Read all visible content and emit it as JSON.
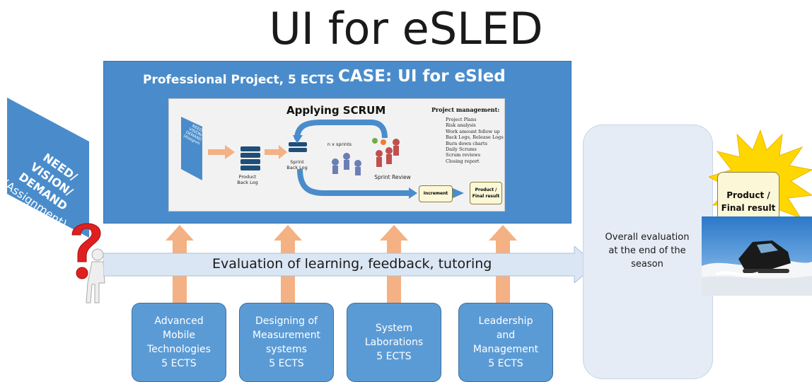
{
  "title": "UI for eSLED",
  "need": {
    "line1": "NEED/",
    "line2": "VISION/",
    "line3": "DEMAND",
    "line4": "(Assignment)"
  },
  "project": {
    "title": "Professional Project, 5 ECTS",
    "case": "CASE: UI for eSled"
  },
  "scrum": {
    "title": "Applying SCRUM",
    "need_mini": [
      "NEED/",
      "VISION/",
      "DEMAND",
      "(Assignm"
    ],
    "product_backlog": [
      "Product",
      "Back Log"
    ],
    "sprint_backlog": [
      "Sprint",
      "Back Log"
    ],
    "sprints": "n x sprints",
    "sprint_review": "Sprint Review",
    "increment": "Increment",
    "product_final": [
      "Product /",
      "Final result"
    ],
    "pm_title": "Project management:",
    "pm_items": [
      "Project Plans",
      "Risk analysis",
      "Work amount follow up",
      "Back Logs, Release Logs",
      "Burn down charts",
      "Daily Scrums",
      "Scrum reviews",
      "Closing report"
    ]
  },
  "evaluation": "Evaluation of learning, feedback, tutoring",
  "courses": [
    {
      "lines": [
        "Advanced",
        "Mobile",
        "Technologies",
        "5 ECTS"
      ]
    },
    {
      "lines": [
        "Designing of",
        "Measurement",
        "systems",
        "5 ECTS"
      ]
    },
    {
      "lines": [
        "System",
        "Laborations",
        "5 ECTS"
      ]
    },
    {
      "lines": [
        "Leadership",
        "and",
        "Management",
        "5 ECTS"
      ]
    }
  ],
  "overall": [
    "Overall evaluation",
    "at the end of the",
    "season"
  ],
  "product": [
    "Product /",
    "Final result"
  ],
  "colors": {
    "box_blue": "#4a8ccb",
    "course_blue": "#5b9bd5",
    "arrow_orange": "#f4b183",
    "light_blue": "#dbe6f4",
    "product_yellow": "#fcf7d6",
    "sun_yellow": "#ffd700",
    "question_red": "#e02020"
  }
}
